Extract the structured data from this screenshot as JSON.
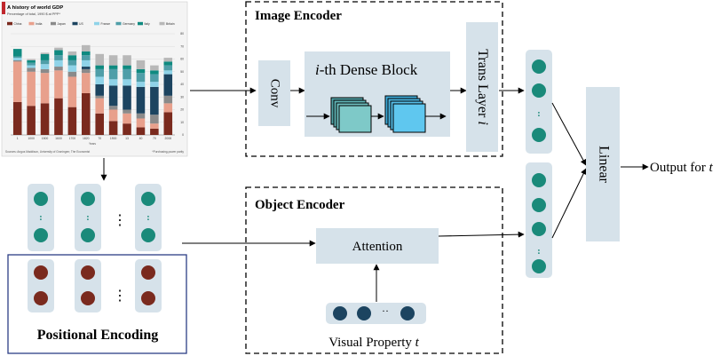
{
  "image_encoder": {
    "title": "Image Encoder",
    "conv_label": "Conv",
    "dense_block_label": "-th Dense Block",
    "dense_block_index": "i",
    "trans_layer_label": "Trans Layer ",
    "trans_layer_index": "i"
  },
  "object_encoder": {
    "title": "Object Encoder",
    "attention_label": "Attention",
    "visual_property_label": "Visual Property ",
    "visual_property_var": "t",
    "dots_label": "··"
  },
  "positional_encoding": {
    "label": "Positional Encoding"
  },
  "linear": {
    "label": "Linear"
  },
  "output": {
    "label": "Output for ",
    "var": "t"
  },
  "vector_dots": ":",
  "ellipsis": "⋮",
  "colors": {
    "teal_node": "#1a8a7a",
    "dark_node": "#1c4460",
    "brown_node": "#7a2a1e",
    "panel_fill": "#d6e2ea",
    "pos_box_border": "#2c3e86",
    "dense_front": "#7ec9c8",
    "dense_back": "#4fa1a5",
    "dense_front2": "#5fc7ef",
    "dense_back2": "#3da9d6"
  },
  "thumbnail_chart": {
    "title": "A history of world GDP",
    "subtitle": "Percentage of total, 1990 $  at PPP*",
    "legend": [
      "China",
      "India",
      "Japan",
      "US",
      "France",
      "Germany",
      "Italy",
      "Britain"
    ],
    "x_labels": [
      "1",
      "1000",
      "1500",
      "1600",
      "1700",
      "1820",
      "70",
      "1900",
      "13",
      "40",
      "70",
      "2008"
    ],
    "x_axis_title": "Years",
    "y_ticks": [
      "80",
      "70",
      "60",
      "50",
      "40",
      "30",
      "20",
      "10",
      "0"
    ],
    "source": "Sources: Angus Maddison, University of Groningen; The Economist",
    "footnote": "*Purchasing-power parity"
  },
  "chart_data": {
    "type": "bar",
    "title": "A history of world GDP",
    "subtitle": "Percentage of total, 1990 $  at PPP*",
    "categories": [
      "1",
      "1000",
      "1500",
      "1600",
      "1700",
      "1820",
      "70",
      "1900",
      "13",
      "40",
      "70",
      "2008"
    ],
    "series": [
      {
        "name": "China",
        "color": "#7a2a1e",
        "values": [
          26,
          23,
          25,
          29,
          22,
          33,
          17,
          11,
          9,
          6,
          5,
          18
        ]
      },
      {
        "name": "India",
        "color": "#e8a08c",
        "values": [
          32,
          27,
          24,
          22,
          24,
          16,
          12,
          9,
          8,
          7,
          4,
          7
        ]
      },
      {
        "name": "Japan",
        "color": "#8a8a8a",
        "values": [
          1,
          3,
          3,
          3,
          4,
          3,
          2,
          3,
          3,
          4,
          7,
          6
        ]
      },
      {
        "name": "US",
        "color": "#1c4460",
        "values": [
          0,
          0,
          0,
          0,
          0,
          2,
          9,
          16,
          19,
          21,
          22,
          17
        ]
      },
      {
        "name": "France",
        "color": "#8fd3e8",
        "values": [
          2,
          2,
          4,
          5,
          5,
          5,
          6,
          5,
          5,
          4,
          4,
          3
        ]
      },
      {
        "name": "Germany",
        "color": "#4f9ea8",
        "values": [
          1,
          2,
          3,
          4,
          4,
          4,
          6,
          8,
          8,
          7,
          6,
          4
        ]
      },
      {
        "name": "Italy",
        "color": "#0f8a80",
        "values": [
          6,
          2,
          5,
          4,
          4,
          3,
          3,
          3,
          3,
          3,
          3,
          3
        ]
      },
      {
        "name": "Britain",
        "color": "#b8b8b8",
        "values": [
          0,
          1,
          1,
          2,
          3,
          5,
          9,
          8,
          8,
          7,
          4,
          3
        ]
      }
    ],
    "ylim": [
      0,
      80
    ],
    "stacked": true
  }
}
